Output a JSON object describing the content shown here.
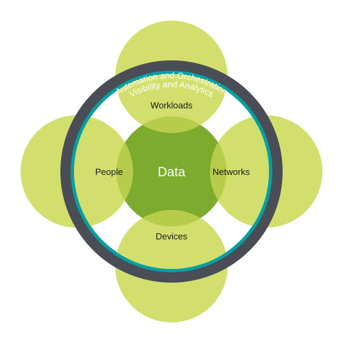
{
  "colors": {
    "light_green": "#d2df6d",
    "overlap_green": "#b6cc4a",
    "core_green": "#7cab2e",
    "teal_ring": "#05a09f",
    "dark_ring": "#4a4d56",
    "label_text": "#1a1a1a",
    "ring_text": "#ffffff"
  },
  "diagram": {
    "center_label": "Data",
    "outer_ring_label": "Automation and Orchestration",
    "inner_ring_label": "Visibility and Analytics",
    "pillars": {
      "top": "Workloads",
      "left": "People",
      "right": "Networks",
      "bottom": "Devices"
    }
  }
}
